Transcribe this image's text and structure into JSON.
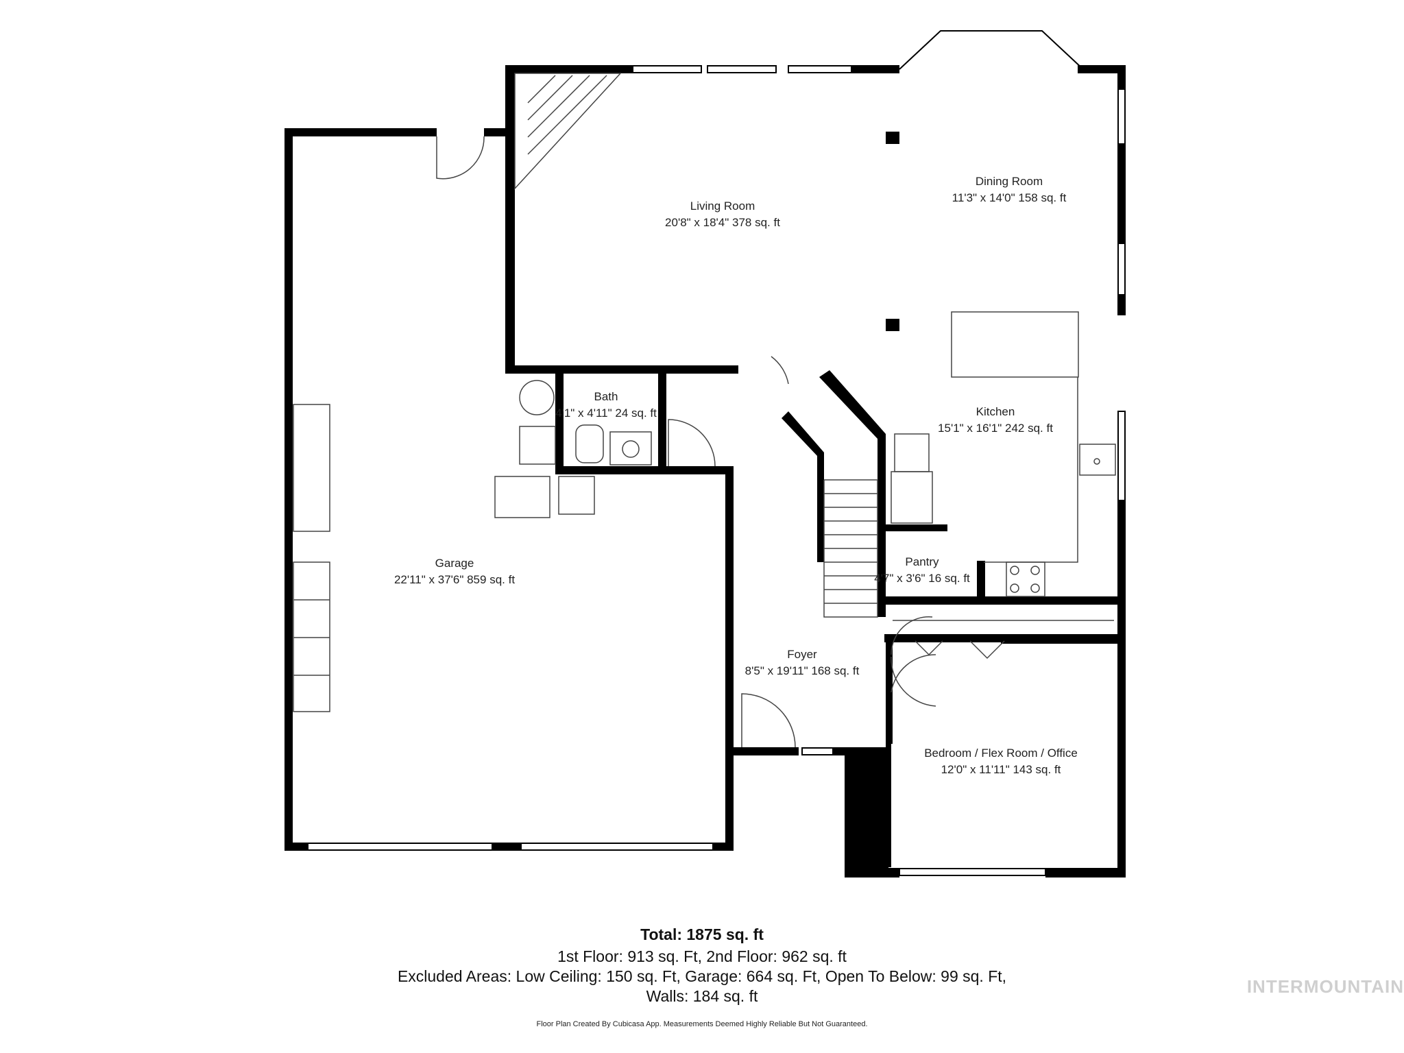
{
  "rooms": {
    "living": {
      "name": "Living Room",
      "dims": "20'8\" x 18'4\" 378 sq. ft"
    },
    "dining": {
      "name": "Dining Room",
      "dims": "11'3\" x 14'0\" 158 sq. ft"
    },
    "bath": {
      "name": "Bath",
      "dims": "4'1\" x 4'11\" 24 sq. ft"
    },
    "kitchen": {
      "name": "Kitchen",
      "dims": "15'1\" x 16'1\" 242 sq. ft"
    },
    "garage": {
      "name": "Garage",
      "dims": "22'11\" x 37'6\" 859 sq. ft"
    },
    "pantry": {
      "name": "Pantry",
      "dims": "4'7\" x 3'6\" 16 sq. ft"
    },
    "foyer": {
      "name": "Foyer",
      "dims": "8'5\" x 19'11\" 168 sq. ft"
    },
    "bedroom": {
      "name": "Bedroom / Flex Room / Office",
      "dims": "12'0\" x 11'11\" 143 sq. ft"
    }
  },
  "summary": {
    "total": "Total: 1875 sq. ft",
    "floors": "1st Floor: 913 sq. Ft, 2nd Floor: 962 sq. ft",
    "excluded": "Excluded Areas: Low Ceiling: 150 sq. Ft, Garage: 664 sq. Ft, Open To Below: 99 sq. Ft,",
    "walls": "Walls: 184 sq. ft"
  },
  "footer": "Floor Plan Created By Cubicasa App. Measurements Deemed Highly Reliable But Not Guaranteed.",
  "watermark": "INTERMOUNTAIN",
  "colors": {
    "wall": "#000000",
    "fixture": "#444444",
    "background": "#ffffff"
  }
}
